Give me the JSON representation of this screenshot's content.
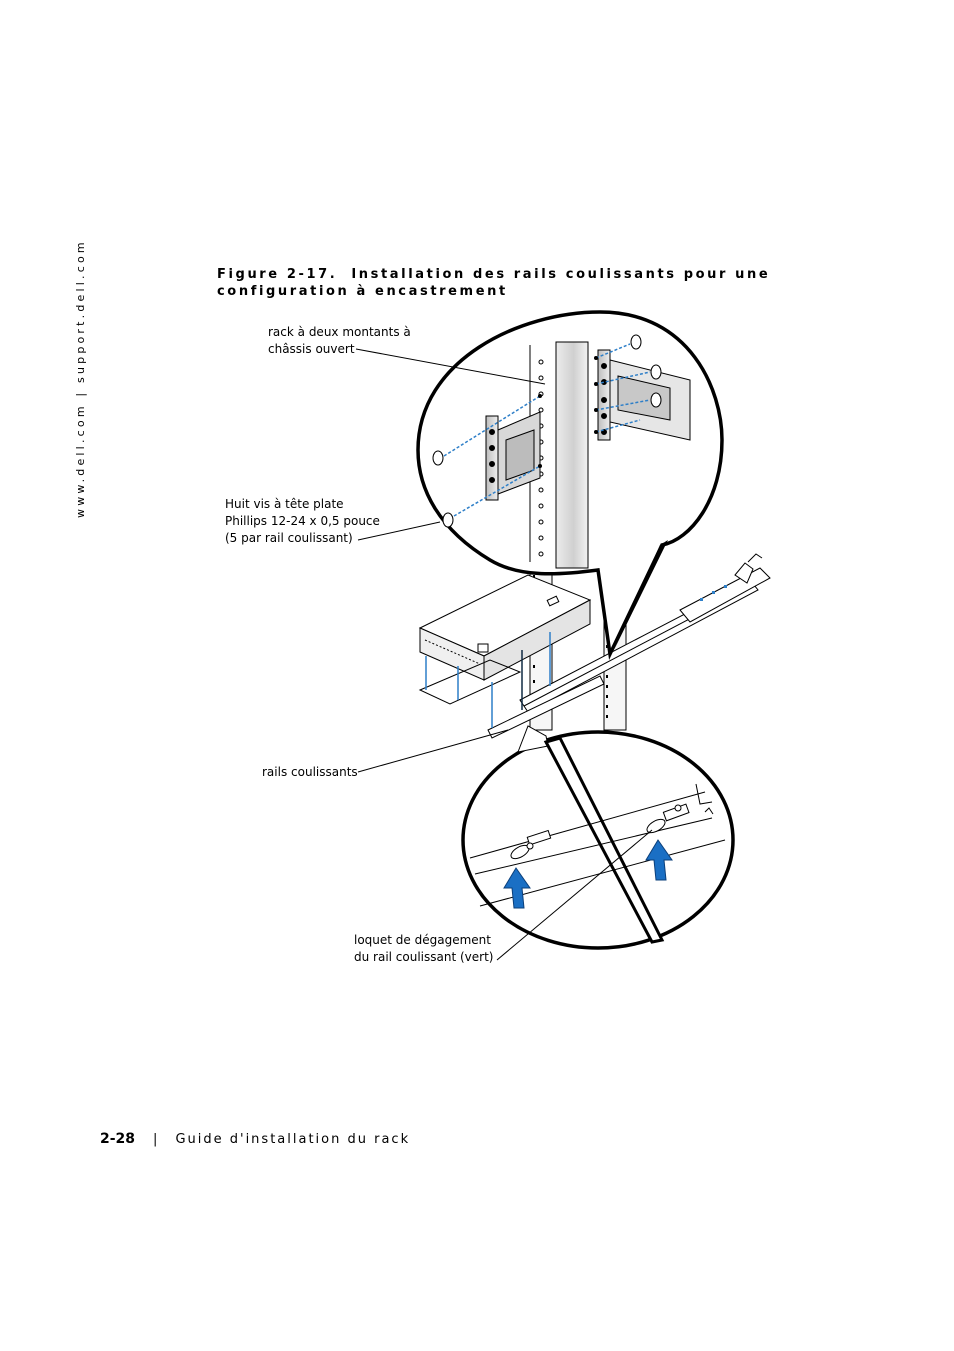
{
  "sidebar": {
    "url": "www.dell.com | support.dell.com"
  },
  "figure": {
    "number": "Figure 2-17.",
    "title": "Installation des rails coulissants pour une configuration à encastrement",
    "callouts": {
      "rack": [
        "rack à deux montants à",
        "châssis ouvert"
      ],
      "screws": [
        "Huit vis à tête plate",
        "Phillips 12-24 x 0,5 pouce",
        "(5 par rail coulissant)"
      ],
      "rails": [
        "rails coulissants"
      ],
      "latch": [
        "loquet de dégagement",
        "du rail coulissant (vert)"
      ]
    }
  },
  "footer": {
    "page_number": "2-28",
    "separator": "|",
    "guide_title": "Guide d'installation du rack"
  },
  "colors": {
    "screw_blue": "#2e7fc8",
    "arrow_blue": "#1a6fc4",
    "line": "#000000",
    "post_gray": "#d4d4d4"
  }
}
